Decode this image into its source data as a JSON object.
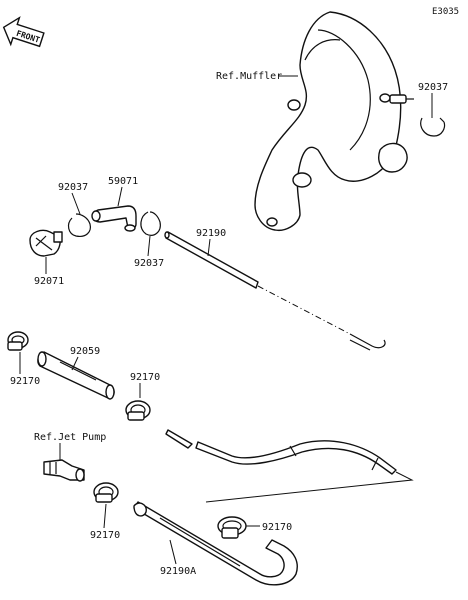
{
  "diagram": {
    "code": "E3035",
    "front_label": "FRONT",
    "labels": {
      "ref_muffler": "Ref.Muffler",
      "ref_jet_pump": "Ref.Jet Pump",
      "p92037_top_right": "92037",
      "p92037_left_top": "92037",
      "p92037_left_bottom": "92037",
      "p59071": "59071",
      "p92071": "92071",
      "p92190": "92190",
      "p92059": "92059",
      "p92170_left": "92170",
      "p92170_mid": "92170",
      "p92170_bottom_left": "92170",
      "p92170_bottom_right": "92170",
      "p92190A": "92190A"
    }
  }
}
